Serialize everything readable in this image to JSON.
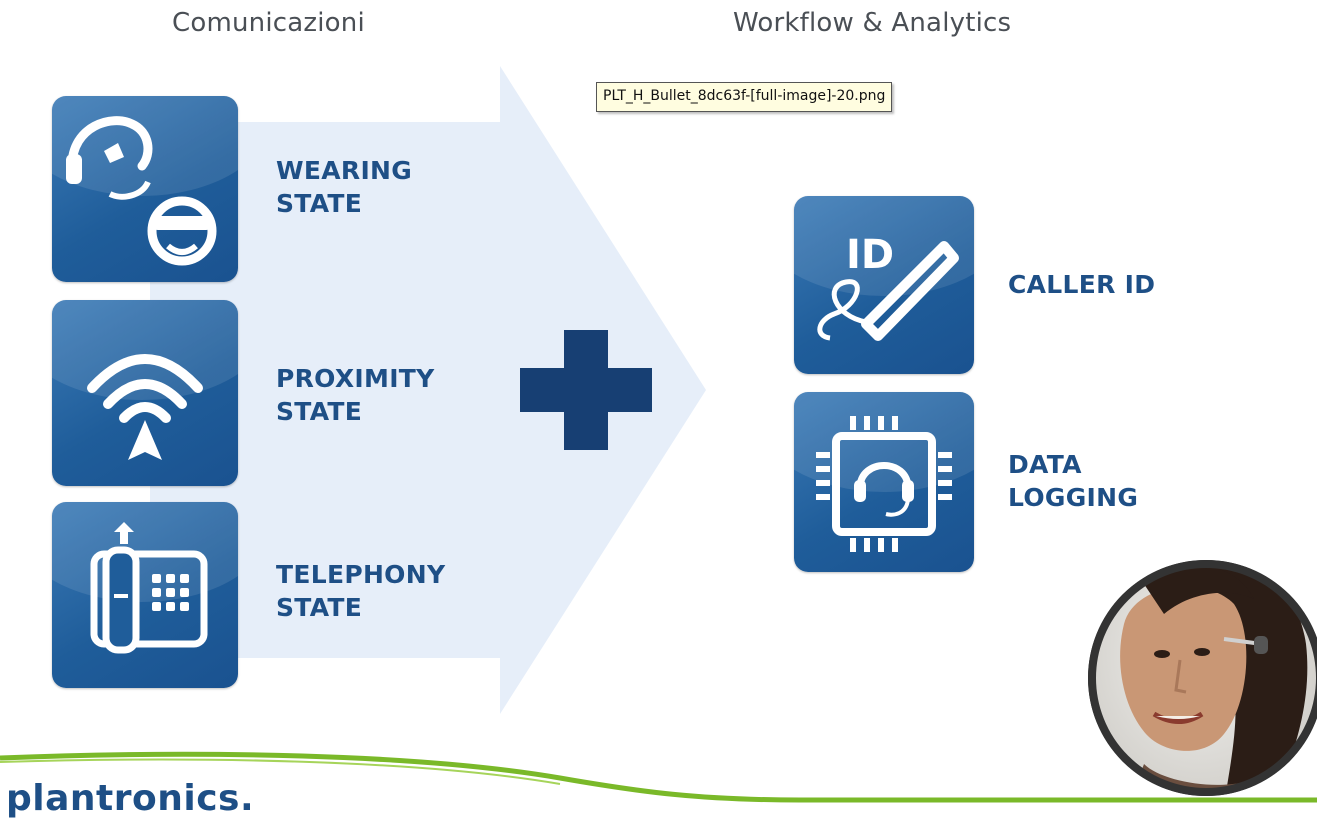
{
  "headings": {
    "left": "Comunicazioni",
    "right": "Workflow & Analytics"
  },
  "tooltip": "PLT_H_Bullet_8dc63f-[full-image]-20.png",
  "left_items": [
    {
      "label_line1": "WEARING",
      "label_line2": "STATE",
      "icon": "headset-wearer-icon"
    },
    {
      "label_line1": "PROXIMITY",
      "label_line2": "STATE",
      "icon": "wireless-signal-icon"
    },
    {
      "label_line1": "TELEPHONY",
      "label_line2": "STATE",
      "icon": "desk-phone-icon"
    }
  ],
  "right_items": [
    {
      "label_line1": "CALLER ID",
      "label_line2": "",
      "icon": "caller-id-handset-icon",
      "icon_text": "ID"
    },
    {
      "label_line1": "DATA",
      "label_line2": "LOGGING",
      "icon": "chip-headset-icon"
    }
  ],
  "brand": {
    "logo": "plantronics.",
    "blue": "#1e4f86",
    "tile_blue": "#1f5d9a",
    "green": "#7ab929",
    "arrow_fill": "#e7eef9"
  }
}
